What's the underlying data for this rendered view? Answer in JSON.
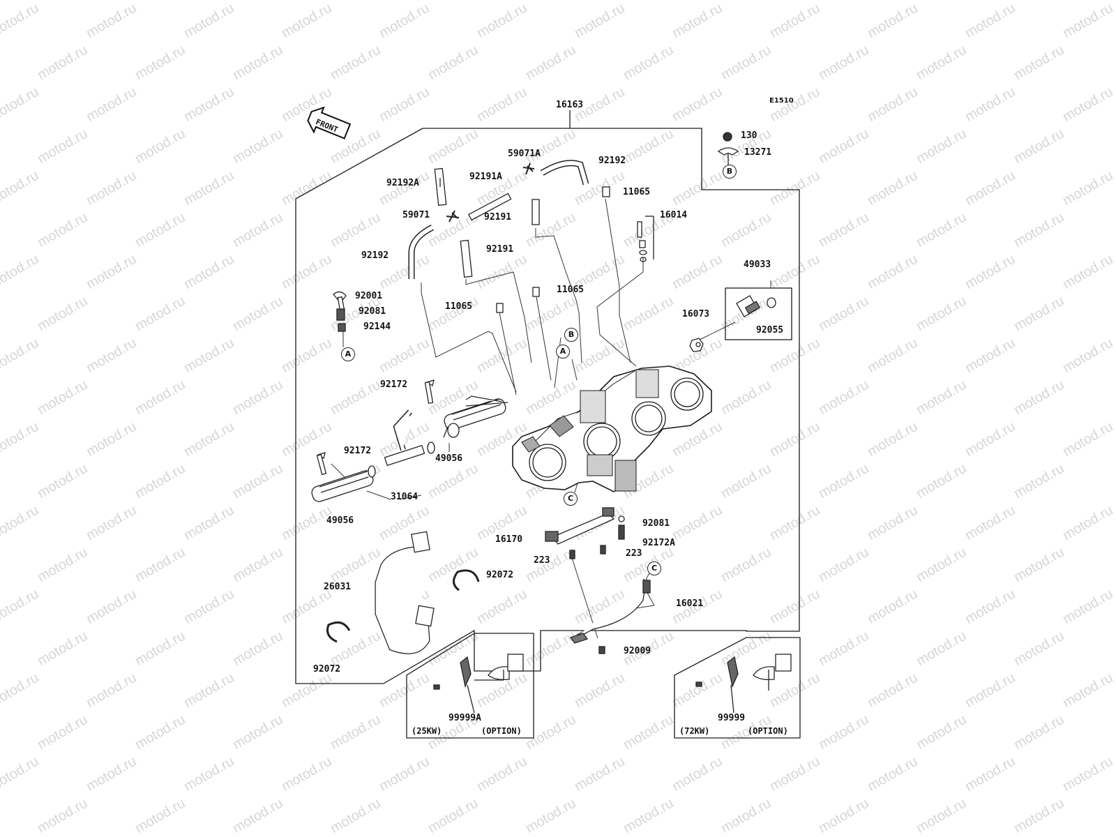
{
  "diagram_code": "E1510",
  "front_arrow_label": "FRONT",
  "watermark_text": "motod.ru",
  "callouts": {
    "c16163": "16163",
    "c130": "130",
    "c13271": "13271",
    "c59071A": "59071A",
    "c92192_top": "92192",
    "c92192A": "92192A",
    "c92191A": "92191A",
    "c11065_top": "11065",
    "c16014": "16014",
    "c59071": "59071",
    "c92191_a": "92191",
    "c92192_left": "92192",
    "c92191_b": "92191",
    "c49033": "49033",
    "c92001": "92001",
    "c11065_mid": "11065",
    "c92081_left": "92081",
    "c11065_left": "11065",
    "c16073": "16073",
    "c92144": "92144",
    "c92055": "92055",
    "c92172_a": "92172",
    "c49056_a": "49056",
    "c92172_b": "92172",
    "c31064": "31064",
    "c49056_b": "49056",
    "c92081_right": "92081",
    "c16170": "16170",
    "c92172A": "92172A",
    "c223_a": "223",
    "c223_b": "223",
    "c92072_a": "92072",
    "c26031": "26031",
    "c16021": "16021",
    "c92009": "92009",
    "c92072_b": "92072",
    "c99999A": "99999A",
    "c99999": "99999"
  },
  "ref_markers": {
    "a": "A",
    "b": "B",
    "c": "C"
  },
  "option_boxes": [
    {
      "power": "(25KW)",
      "option": "(OPTION)"
    },
    {
      "power": "(72KW)",
      "option": "(OPTION)"
    }
  ]
}
